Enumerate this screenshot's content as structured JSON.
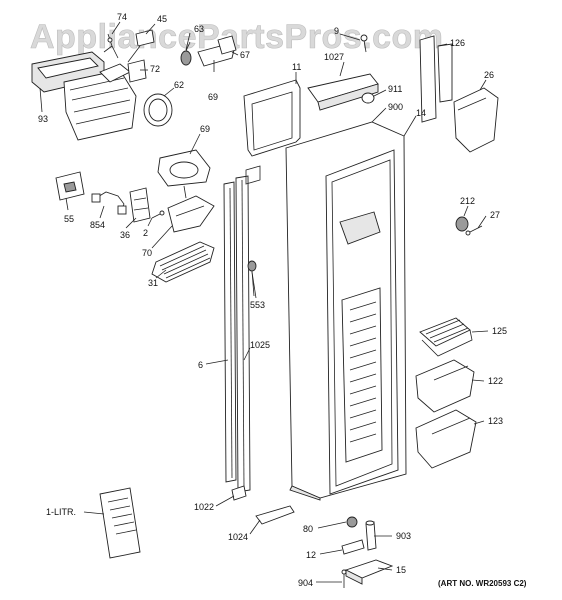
{
  "watermark": "AppliancePartsPros.com",
  "art_number": "(ART NO. WR20593 C2)",
  "parts": [
    {
      "id": "74",
      "label": "74"
    },
    {
      "id": "45",
      "label": "45"
    },
    {
      "id": "63",
      "label": "63"
    },
    {
      "id": "67",
      "label": "67"
    },
    {
      "id": "72",
      "label": "72"
    },
    {
      "id": "62",
      "label": "62"
    },
    {
      "id": "93",
      "label": "93"
    },
    {
      "id": "69a",
      "label": "69"
    },
    {
      "id": "69b",
      "label": "69"
    },
    {
      "id": "11",
      "label": "11"
    },
    {
      "id": "9",
      "label": "9"
    },
    {
      "id": "1027",
      "label": "1027"
    },
    {
      "id": "126",
      "label": "126"
    },
    {
      "id": "911",
      "label": "911"
    },
    {
      "id": "900",
      "label": "900"
    },
    {
      "id": "14",
      "label": "14"
    },
    {
      "id": "26",
      "label": "26"
    },
    {
      "id": "55",
      "label": "55"
    },
    {
      "id": "854",
      "label": "854"
    },
    {
      "id": "36",
      "label": "36"
    },
    {
      "id": "2",
      "label": "2"
    },
    {
      "id": "70",
      "label": "70"
    },
    {
      "id": "31",
      "label": "31"
    },
    {
      "id": "212",
      "label": "212"
    },
    {
      "id": "27",
      "label": "27"
    },
    {
      "id": "553",
      "label": "553"
    },
    {
      "id": "125",
      "label": "125"
    },
    {
      "id": "1025",
      "label": "1025"
    },
    {
      "id": "6",
      "label": "6"
    },
    {
      "id": "122",
      "label": "122"
    },
    {
      "id": "123",
      "label": "123"
    },
    {
      "id": "1-LITR",
      "label": "1-LITR."
    },
    {
      "id": "1022",
      "label": "1022"
    },
    {
      "id": "1024",
      "label": "1024"
    },
    {
      "id": "80",
      "label": "80"
    },
    {
      "id": "903",
      "label": "903"
    },
    {
      "id": "12",
      "label": "12"
    },
    {
      "id": "15",
      "label": "15"
    },
    {
      "id": "904",
      "label": "904"
    }
  ]
}
